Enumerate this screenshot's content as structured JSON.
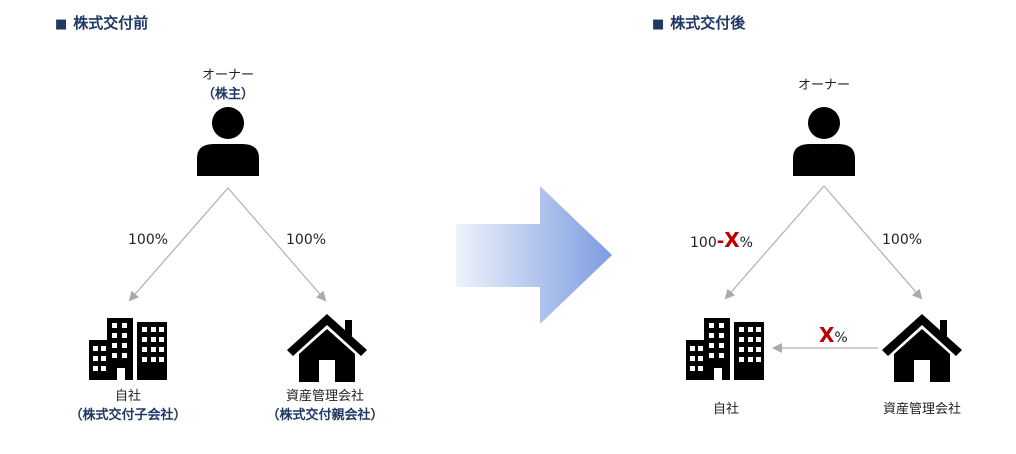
{
  "before": {
    "heading": "株式交付前",
    "owner_label": "オーナー",
    "owner_sub": "（株主）",
    "left_pct": "100%",
    "right_pct": "100%",
    "company_label": "自社",
    "company_sub": "（株式交付子会社）",
    "asset_label": "資産管理会社",
    "asset_sub": "（株式交付親会社）"
  },
  "after": {
    "heading": "株式交付後",
    "owner_label": "オーナー",
    "left_pct_prefix": "100",
    "left_pct_dash": "-",
    "left_pct_x": "X",
    "left_pct_unit": "%",
    "right_pct": "100%",
    "cross_x": "X",
    "cross_unit": "%",
    "company_label": "自社",
    "asset_label": "資産管理会社"
  },
  "colors": {
    "heading": "#1f3864",
    "accent_red": "#c00000",
    "arrow_gradient_start": "#e6ecf8",
    "arrow_gradient_end": "#7f9fe3"
  },
  "icons": [
    "heading-square-icon",
    "person-icon",
    "office-building-icon",
    "house-icon",
    "transition-arrow-icon"
  ]
}
